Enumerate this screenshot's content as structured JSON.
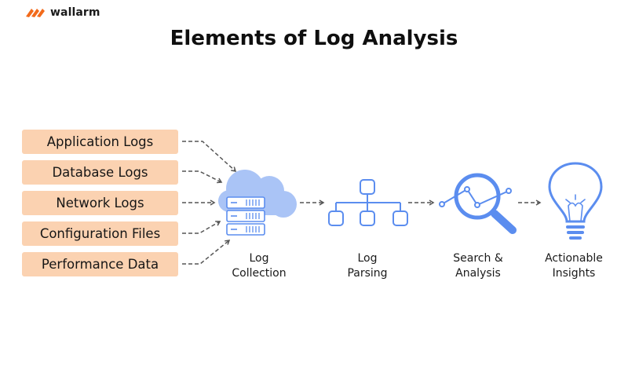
{
  "brand": {
    "name": "wallarm",
    "accent": "#f26a1b"
  },
  "title": "Elements of Log Analysis",
  "sources": [
    {
      "label": "Application Logs"
    },
    {
      "label": "Database Logs"
    },
    {
      "label": "Network Logs"
    },
    {
      "label": "Configuration Files"
    },
    {
      "label": "Performance Data"
    }
  ],
  "steps": [
    {
      "line1": "Log",
      "line2": "Collection",
      "icon": "cloud-server-icon"
    },
    {
      "line1": "Log",
      "line2": "Parsing",
      "icon": "hierarchy-icon"
    },
    {
      "line1": "Search &",
      "line2": "Analysis",
      "icon": "magnifier-chart-icon"
    },
    {
      "line1": "Actionable",
      "line2": "Insights",
      "icon": "lightbulb-icon"
    }
  ],
  "colors": {
    "box_fill": "#fbd2b1",
    "icon_blue": "#5b8def",
    "cloud_light": "#aac4f6",
    "arrow": "#555555"
  }
}
